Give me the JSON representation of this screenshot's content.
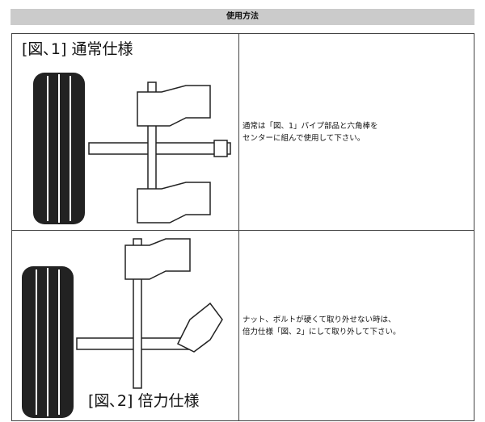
{
  "header": {
    "title": "使用方法"
  },
  "rows": [
    {
      "caption": "[図､1] 通常仕様",
      "text": [
        "通常は「図、1」パイプ部品と六角棒を",
        "センターに組んで使用して下さい。"
      ]
    },
    {
      "caption": "[図､2] 倍力仕様",
      "text": [
        "ナット、ボルトが硬くて取り外せない時は、",
        "倍力仕様「図、2」にして取り外して下さい。"
      ]
    }
  ]
}
